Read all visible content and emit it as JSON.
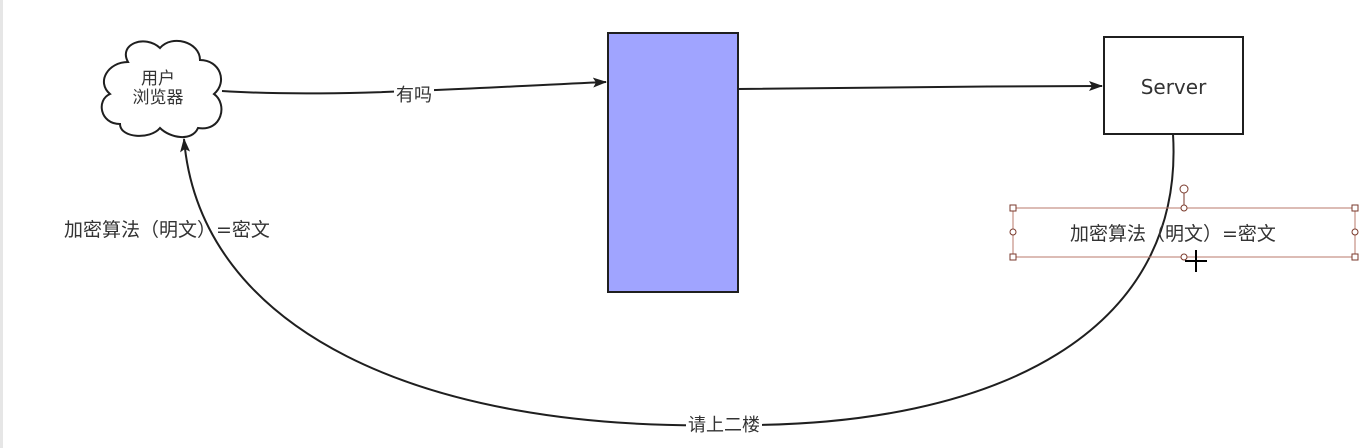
{
  "diagram": {
    "cloud": {
      "line1": "用户",
      "line2": "浏览器"
    },
    "server": {
      "label": "Server"
    },
    "edges": {
      "top_label": "有吗",
      "bottom_label": "请上二楼"
    },
    "annotations": {
      "left_text": "加密算法（明文）=密文",
      "selected_text": "加密算法（明文）=密文"
    },
    "colors": {
      "proxy_fill": "#a0a4ff",
      "stroke": "#1f1f1f",
      "selection": "#b87a6b"
    }
  }
}
